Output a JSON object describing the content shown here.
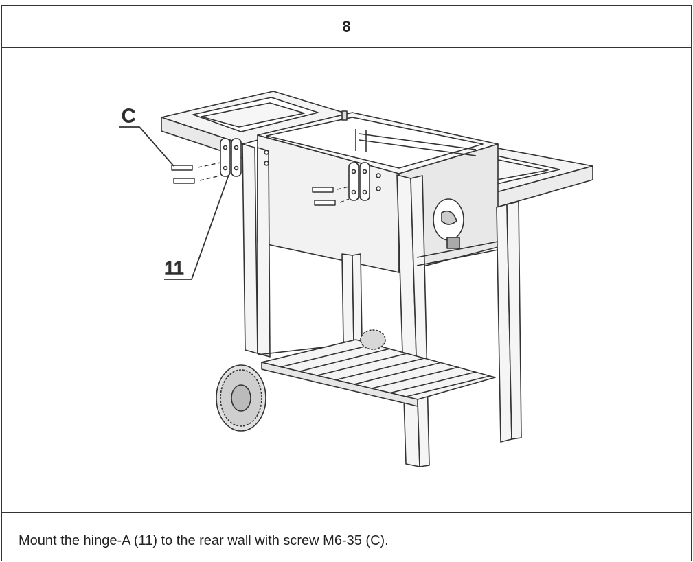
{
  "step": {
    "number": "8"
  },
  "figure": {
    "callouts": [
      {
        "id": "C"
      },
      {
        "id": "11"
      }
    ]
  },
  "caption": {
    "text": "Mount the hinge-A (11) to the rear wall with screw M6-35 (C)."
  }
}
